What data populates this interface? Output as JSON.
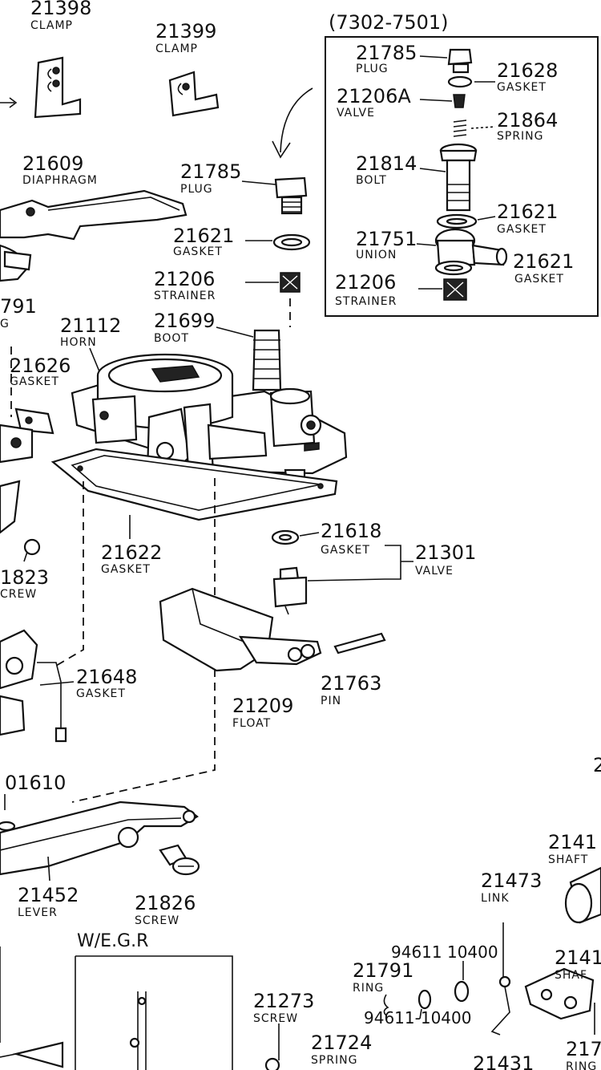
{
  "labels": {
    "clamp_21398": {
      "num": "21398",
      "name": "CLAMP"
    },
    "clamp_21399": {
      "num": "21399",
      "name": "CLAMP"
    },
    "diaphragm_21609": {
      "num": "21609",
      "name": "DIAPHRAGM"
    },
    "plug_21785": {
      "num": "21785",
      "name": "PLUG"
    },
    "gasket_21621": {
      "num": "21621",
      "name": "GASKET"
    },
    "strainer_21206": {
      "num": "21206",
      "name": "STRAINER"
    },
    "boot_21699": {
      "num": "21699",
      "name": "BOOT"
    },
    "horn_21112": {
      "num": "21112",
      "name": "HORN"
    },
    "gasket_21626": {
      "num": "21626",
      "name": "GASKET"
    },
    "partial_791": {
      "num": "791",
      "name": "G"
    },
    "gasket_21622": {
      "num": "21622",
      "name": "GASKET"
    },
    "screw_1823": {
      "num": "1823",
      "name": "CREW"
    },
    "gasket_21618": {
      "num": "21618",
      "name": "GASKET"
    },
    "valve_21301": {
      "num": "21301",
      "name": "VALVE"
    },
    "gasket_21648": {
      "num": "21648",
      "name": "GASKET"
    },
    "float_21209": {
      "num": "21209",
      "name": "FLOAT"
    },
    "pin_21763": {
      "num": "21763",
      "name": "PIN"
    },
    "partial_01610": {
      "num": "01610"
    },
    "lever_21452": {
      "num": "21452",
      "name": "LEVER"
    },
    "screw_21826": {
      "num": "21826",
      "name": "SCREW"
    },
    "wegr": {
      "text": "W/E.G.R"
    },
    "screw_21273": {
      "num": "21273",
      "name": "SCREW"
    },
    "spring_21724": {
      "num": "21724",
      "name": "SPRING"
    },
    "partial_21431": {
      "num": "21431"
    },
    "ring_21791": {
      "num": "21791",
      "name": "RING"
    },
    "part_94611_top": {
      "num": "94611 10400"
    },
    "part_94611_bottom": {
      "num": "94611-10400"
    },
    "link_21473": {
      "num": "21473",
      "name": "LINK"
    },
    "shaft_2141_top": {
      "num": "2141",
      "name": "SHAFT"
    },
    "shaft_2141_mid": {
      "num": "2141",
      "name": "SHAF"
    },
    "ring_217": {
      "num": "217",
      "name": "RING"
    },
    "edge_2": {
      "num": "2"
    }
  },
  "inset": {
    "range": "(7302-7501)",
    "plug": {
      "num": "21785",
      "name": "PLUG"
    },
    "gasket_top": {
      "num": "21628",
      "name": "GASKET"
    },
    "valve": {
      "num": "21206A",
      "name": "VALVE"
    },
    "spring": {
      "num": "21864",
      "name": "SPRING"
    },
    "bolt": {
      "num": "21814",
      "name": "BOLT"
    },
    "gasket_mid": {
      "num": "21621",
      "name": "GASKET"
    },
    "union": {
      "num": "21751",
      "name": "UNION"
    },
    "gasket_low": {
      "num": "21621",
      "name": "GASKET"
    },
    "strainer": {
      "num": "21206",
      "name": "STRAINER"
    }
  }
}
